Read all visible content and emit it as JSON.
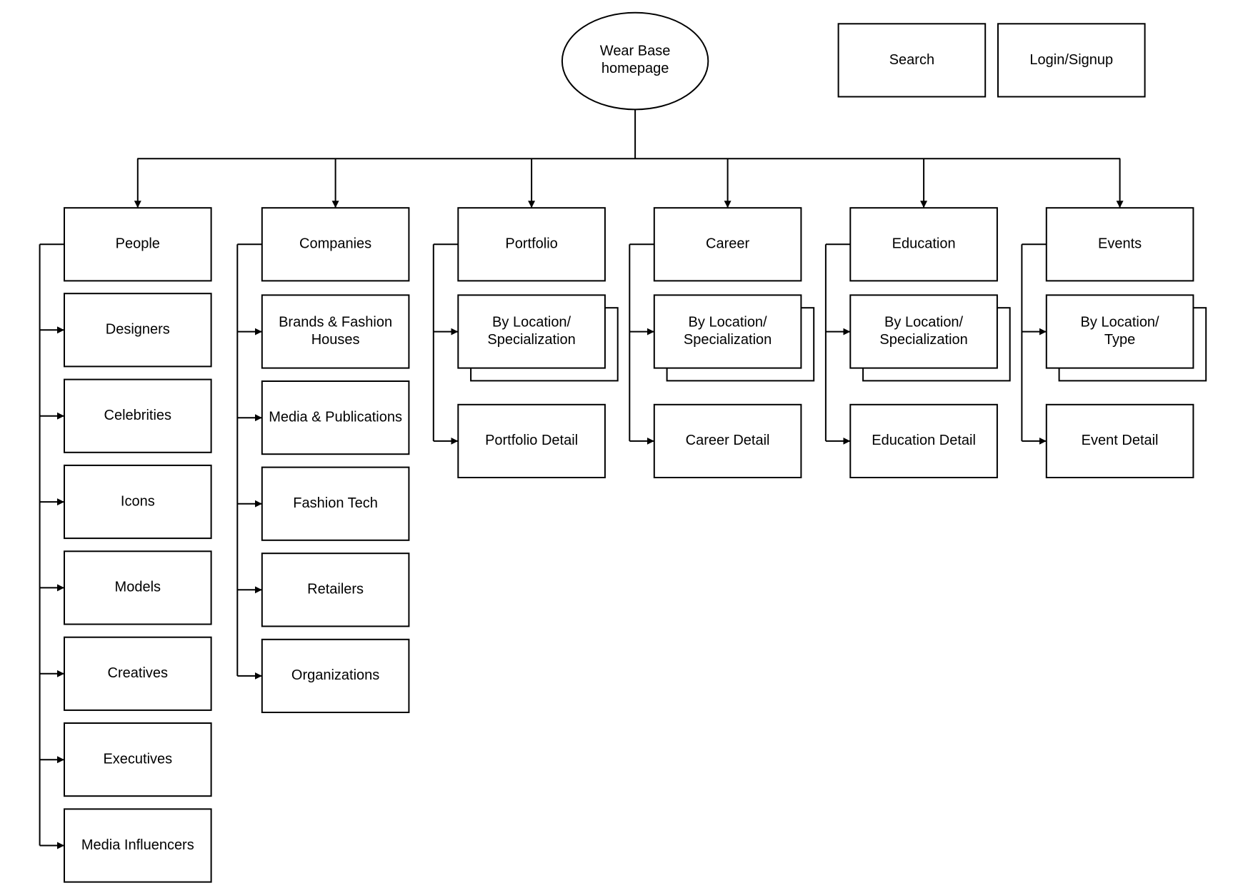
{
  "root": {
    "label_lines": [
      "Wear Base",
      "homepage"
    ]
  },
  "utility": [
    {
      "id": "search",
      "label": "Search"
    },
    {
      "id": "login",
      "label": "Login/Signup"
    }
  ],
  "sections": [
    {
      "id": "people",
      "title": "People",
      "children": [
        "Designers",
        "Celebrities",
        "Icons",
        "Models",
        "Creatives",
        "Executives",
        "Media Influencers"
      ]
    },
    {
      "id": "companies",
      "title": "Companies",
      "children": [
        [
          "Brands & Fashion",
          "Houses"
        ],
        "Media & Publications",
        "Fashion Tech",
        "Retailers",
        "Organizations"
      ]
    },
    {
      "id": "portfolio",
      "title": "Portfolio",
      "list_label": [
        "By Location/",
        "Specialization"
      ],
      "detail_label": "Portfolio Detail"
    },
    {
      "id": "career",
      "title": "Career",
      "list_label": [
        "By Location/",
        "Specialization"
      ],
      "detail_label": "Career Detail"
    },
    {
      "id": "education",
      "title": "Education",
      "list_label": [
        "By Location/",
        "Specialization"
      ],
      "detail_label": "Education Detail"
    },
    {
      "id": "events",
      "title": "Events",
      "list_label": [
        "By Location/",
        "Type"
      ],
      "detail_label": "Event Detail"
    }
  ]
}
